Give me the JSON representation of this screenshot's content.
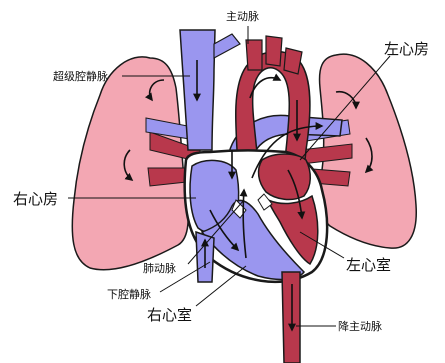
{
  "labels": {
    "aorta": "主动脉",
    "superior_vena_cava": "超级腔静脉",
    "left_atrium": "左心房",
    "right_atrium": "右心房",
    "pulmonary_vein": "肺动脉",
    "inferior_vena_cava": "下腔静脉",
    "left_ventricle": "左心室",
    "right_ventricle": "右心室",
    "descending_aorta": "降主动脉"
  },
  "colors": {
    "oxygen_rich_blood": "#b8384c",
    "oxygen_poor_blood": "#9a96ef",
    "lung": "#f3a7b3",
    "heart_wall": "#ffffff",
    "outline": "#1a1a1a"
  }
}
